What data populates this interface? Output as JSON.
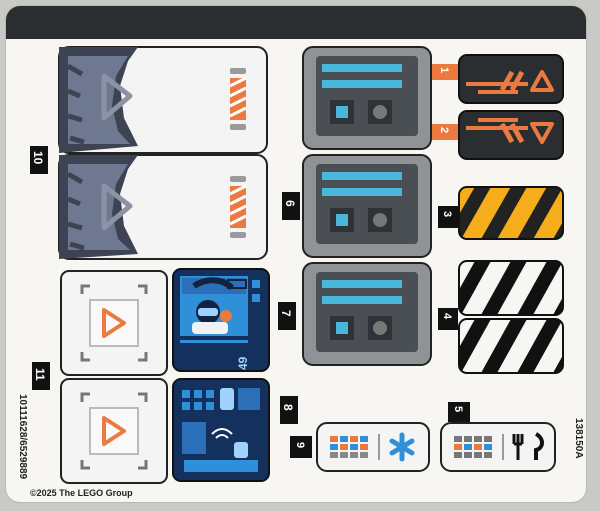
{
  "sheet": {
    "copyright": "©2025 The LEGO Group",
    "left_code": "10111628/6529889",
    "right_code": "138150A"
  },
  "labels": {
    "s1": "1",
    "s2": "2",
    "s3": "3",
    "s4": "4",
    "s5": "5",
    "s6": "6",
    "s7": "7",
    "s8": "8",
    "s9": "9",
    "s10": "10",
    "s11": "11"
  },
  "screen7": {
    "readout": "49"
  },
  "colors": {
    "orange": "#ea7a3f",
    "yellow": "#f6ad1b",
    "dark": "#2b2e31",
    "blue": "#2f8fd8",
    "navy": "#14305c"
  }
}
